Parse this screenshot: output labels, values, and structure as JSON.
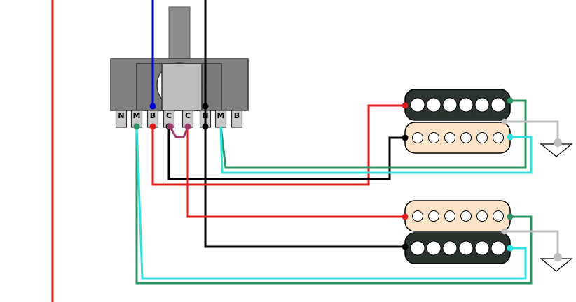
{
  "colors": {
    "background": "#ffffff",
    "switch_body": "#808080",
    "switch_body_dark": "#5a5a5a",
    "switch_shaft": "#8c8c8c",
    "switch_inner": "#bdbdbd",
    "lug_fill": "#c8c8c8",
    "pickup_coil_dark": "#2a332e",
    "pickup_coil_cream": "#fbe3c8",
    "pole_piece": "#ffffff",
    "ground": "#b8b8b8",
    "wire_red": "#e01b1b",
    "wire_black": "#000000",
    "wire_blue": "#0000dd",
    "wire_green": "#2e9466",
    "wire_cyan": "#33e0e0",
    "wire_purple": "#9c3a6c",
    "wire_gray": "#c0c0c0"
  },
  "switch": {
    "lugs": [
      {
        "label": "N"
      },
      {
        "label": "M"
      },
      {
        "label": "B"
      },
      {
        "label": "C"
      },
      {
        "label": "C"
      },
      {
        "label": "N"
      },
      {
        "label": "M"
      },
      {
        "label": "B"
      }
    ]
  },
  "pickups": [
    {
      "name": "humbucker-top",
      "coils": [
        "dark",
        "cream"
      ],
      "poles_per_coil": 6
    },
    {
      "name": "humbucker-bottom",
      "coils": [
        "cream",
        "dark"
      ],
      "poles_per_coil": 6
    }
  ],
  "icons": {
    "ground": "ground-icon",
    "switch": "pickup-selector-switch",
    "pickup": "humbucker-pickup-icon"
  }
}
